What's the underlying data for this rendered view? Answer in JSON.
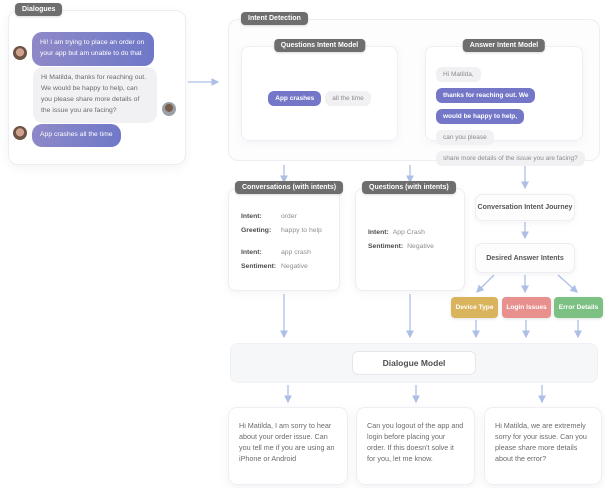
{
  "dialogues_panel": {
    "tag": "Dialogues",
    "messages": [
      {
        "side": "user",
        "text": "Hi! I am trying to place an order on your app but am unable to do that"
      },
      {
        "side": "agent",
        "text": "Hi Matilda, thanks for reaching out. We would be happy to help, can you please share more details of the issue you are facing?"
      },
      {
        "side": "user",
        "text": "App crashes all the time"
      }
    ]
  },
  "intent_detection": {
    "tag": "Intent Detection",
    "questions_model": {
      "tag": "Questions Intent Model",
      "tokens": [
        {
          "text": "App crashes",
          "highlight": true
        },
        {
          "text": "all the time",
          "highlight": false
        }
      ]
    },
    "answer_model": {
      "tag": "Answer Intent Model",
      "tokens": [
        {
          "text": "Hi Matilda,",
          "highlight": false
        },
        {
          "text": "thanks for reaching out. We",
          "highlight": true
        },
        {
          "text": "would be happy to help,",
          "highlight": true
        },
        {
          "text": "can you please",
          "highlight": false
        },
        {
          "text": "share more details of the issue you are facing?",
          "highlight": false
        }
      ]
    }
  },
  "conversations_box": {
    "tag": "Conversations (with intents)",
    "groups": [
      {
        "rows": [
          {
            "label": "Intent:",
            "value": "order"
          },
          {
            "label": "Greeting:",
            "value": "happy to help"
          }
        ]
      },
      {
        "rows": [
          {
            "label": "Intent:",
            "value": "app crash"
          },
          {
            "label": "Sentiment:",
            "value": "Negative"
          }
        ]
      }
    ]
  },
  "questions_box": {
    "tag": "Questions (with intents)",
    "rows": [
      {
        "label": "Intent:",
        "value": "App Crash"
      },
      {
        "label": "Sentiment:",
        "value": "Negative"
      }
    ]
  },
  "journey_box": {
    "label": "Conversation Intent Journey"
  },
  "desired_box": {
    "label": "Desired Answer Intents"
  },
  "intent_tags": [
    {
      "label": "Device Type",
      "color": "#d9b45c"
    },
    {
      "label": "Login Issues",
      "color": "#e8908e"
    },
    {
      "label": "Error Details",
      "color": "#7cc083"
    }
  ],
  "dialogue_model": {
    "label": "Dialogue Model"
  },
  "responses": [
    {
      "text": "Hi Matilda, I am sorry to hear about your order issue. Can you tell me if you are using an iPhone or Android"
    },
    {
      "text": "Can you logout of the app and login before placing your order. If this doesn't solve it for you, let me know."
    },
    {
      "text": "Hi Matilda, we are extremely sorry for your issue. Can you please share more details about the error?"
    }
  ],
  "colors": {
    "accent_purple": "#7477c8",
    "bubble_gradient_start": "#8f89c8",
    "bubble_gradient_end": "#6e78c8",
    "dark_tag": "#6e6e6e",
    "arrow": "#aebfe6",
    "tag_gold": "#d9b45c",
    "tag_salmon": "#e8908e",
    "tag_green": "#7cc083"
  }
}
